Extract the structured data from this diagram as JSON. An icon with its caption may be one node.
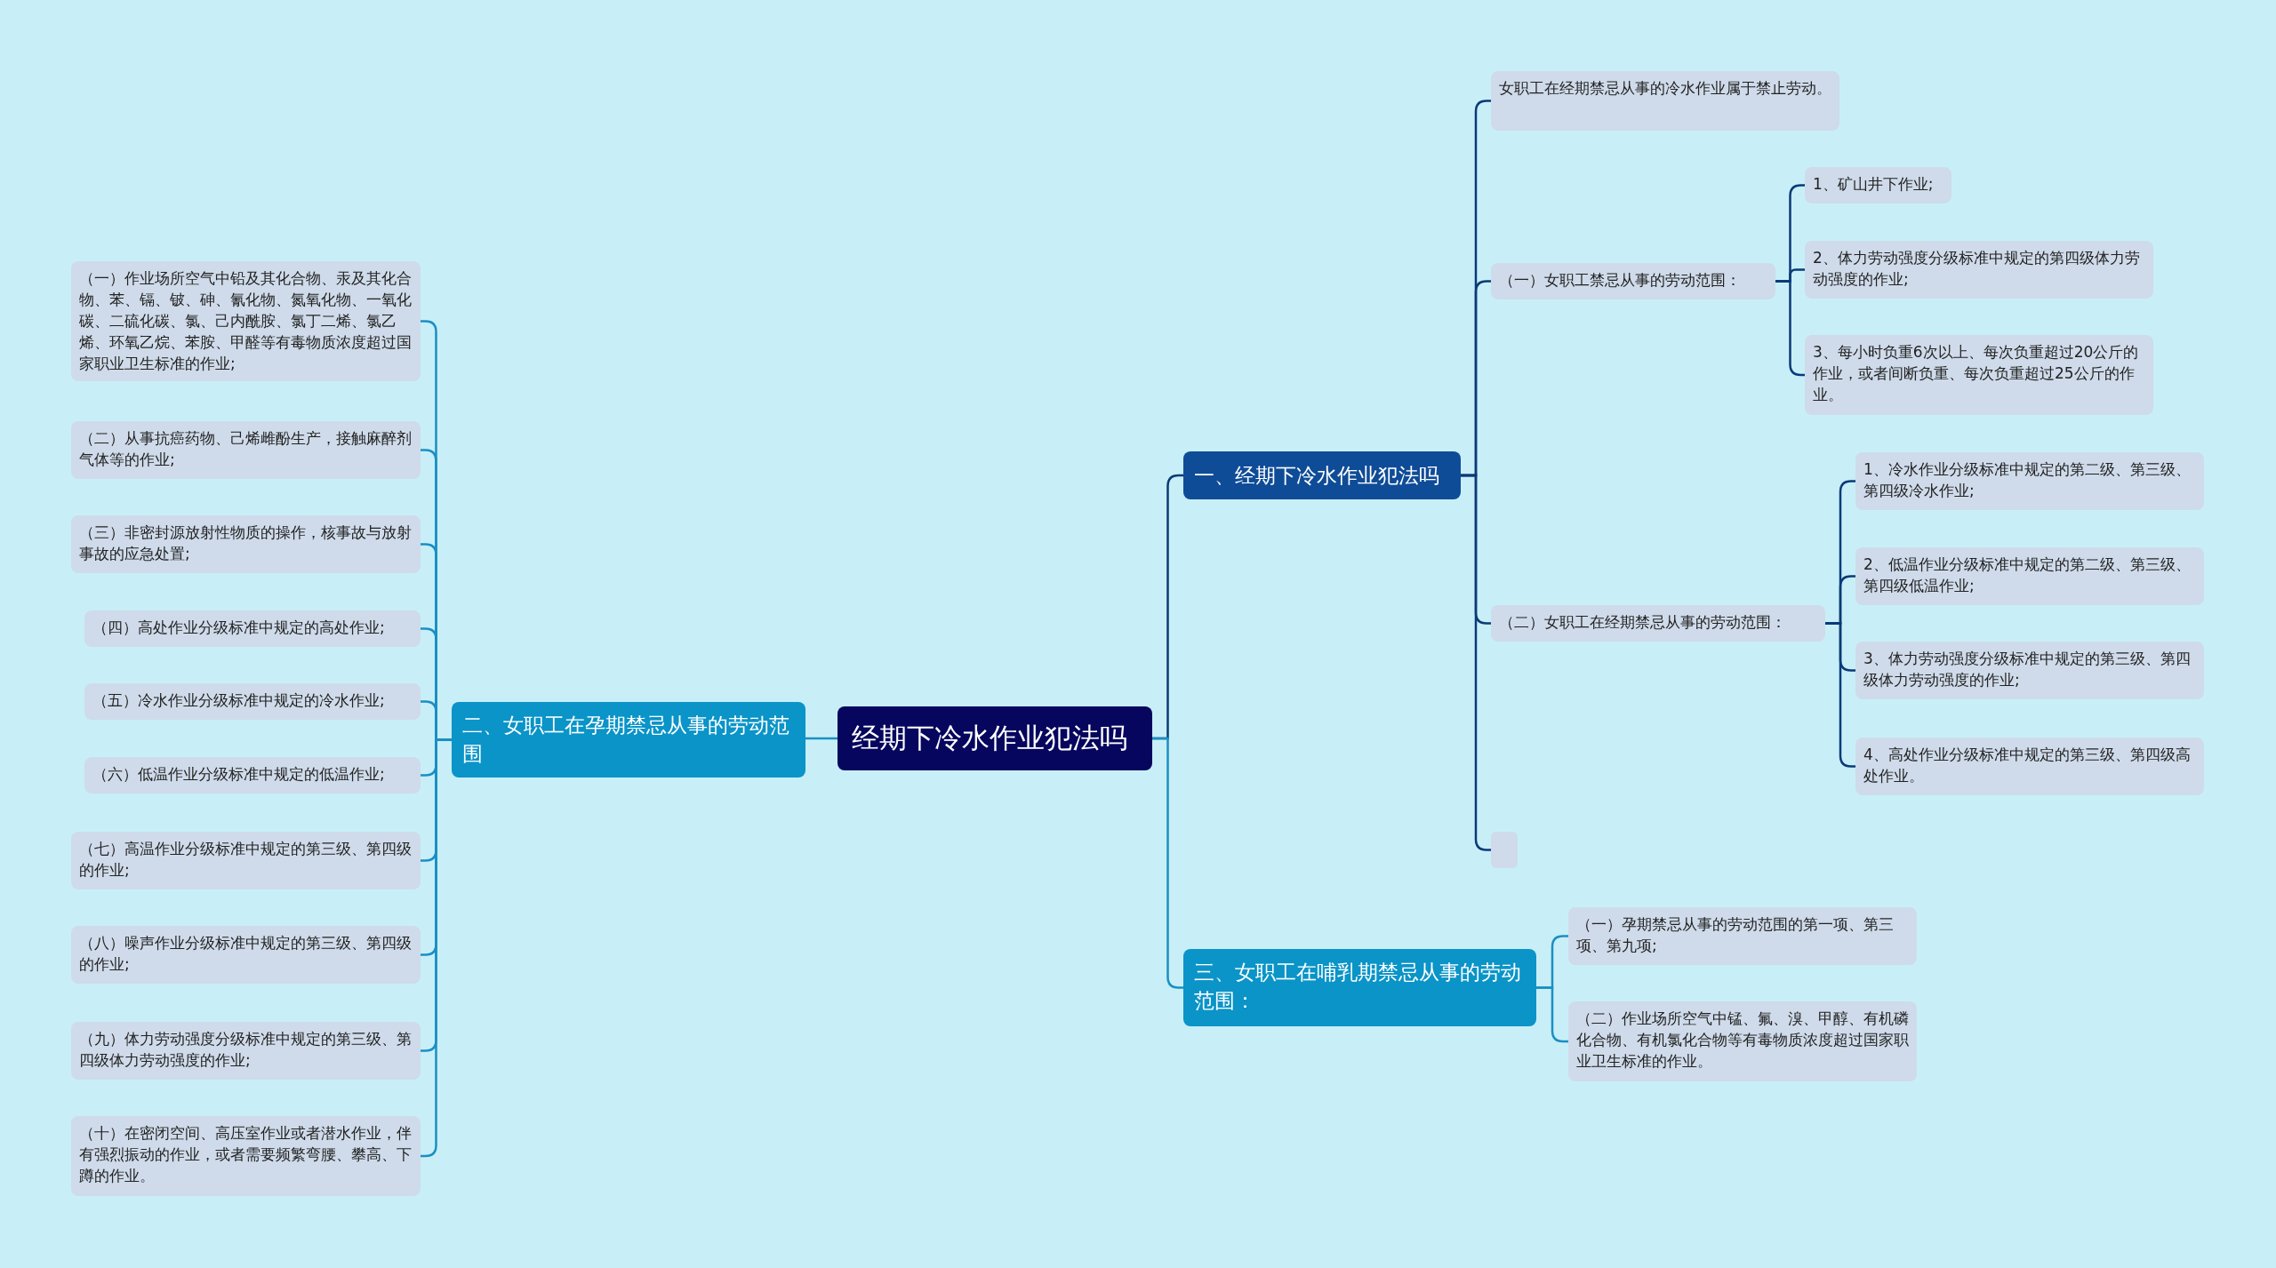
{
  "diagram": {
    "nodes": [
      {
        "text": [
          "经期下冷水作业犯法吗"
        ]
      },
      {
        "text": [
          "一、经期下冷水作业犯法吗"
        ]
      },
      {
        "text": [
          "女职工在经期禁忌从事的冷水作业属于禁止劳动。"
        ]
      },
      {
        "text": [
          "（一）女职工禁忌从事的劳动范围："
        ]
      },
      {
        "text": [
          "1、矿山井下作业;"
        ]
      },
      {
        "text": [
          "2、体力劳动强度分级标准中规定的第四级体力劳动强度的作业;"
        ]
      },
      {
        "text": [
          "3、每小时负重6次以上、每次负重超过20公斤的作业，或者间断负重、每次负重超过25公斤的作业。"
        ]
      },
      {
        "text": [
          "（二）女职工在经期禁忌从事的劳动范围："
        ]
      },
      {
        "text": [
          "1、冷水作业分级标准中规定的第二级、第三级、第四级冷水作业;"
        ]
      },
      {
        "text": [
          "2、低温作业分级标准中规定的第二级、第三级、第四级低温作业;"
        ]
      },
      {
        "text": [
          "3、体力劳动强度分级标准中规定的第三级、第四级体力劳动强度的作业;"
        ]
      },
      {
        "text": [
          "4、高处作业分级标准中规定的第三级、第四级高处作业。"
        ]
      },
      {
        "text": [],
        "shape": "box"
      },
      {
        "text": [
          "三、女职工在哺乳期禁忌从事的劳动范围："
        ]
      },
      {
        "text": [
          "（一）孕期禁忌从事的劳动范围的第一项、第三项、第九项;"
        ]
      },
      {
        "text": [
          "（二）作业场所空气中锰、氟、溴、甲醇、有机磷化合物、有机氯化合物等有毒物质浓度超过国家职业卫生标准的作业。"
        ]
      },
      {
        "text": [
          "二、女职工在孕期禁忌从事的劳动范围"
        ]
      },
      {
        "text": [
          "（一）作业场所空气中铅及其化合物、汞及其化合物、苯、镉、铍、砷、氰化物、氮氧化物、一氧化碳、二硫化碳、氯、己内酰胺、氯丁二烯、氯乙烯、环氧乙烷、苯胺、甲醛等有毒物质浓度超过国家职业卫生标准的作业;"
        ]
      },
      {
        "text": [
          "（二）从事抗癌药物、己烯雌酚生产，接触麻醉剂气体等的作业;"
        ]
      },
      {
        "text": [
          "（三）非密封源放射性物质的操作，核事故与放射事故的应急处置;"
        ]
      },
      {
        "text": [
          "（四）高处作业分级标准中规定的高处作业;"
        ]
      },
      {
        "text": [
          "（五）冷水作业分级标准中规定的冷水作业;"
        ]
      },
      {
        "text": [
          "（六）低温作业分级标准中规定的低温作业;"
        ]
      },
      {
        "text": [
          "（七）高温作业分级标准中规定的第三级、第四级的作业;"
        ]
      },
      {
        "text": [
          "（八）噪声作业分级标准中规定的第三级、第四级的作业;"
        ]
      },
      {
        "text": [
          "（九）体力劳动强度分级标准中规定的第三级、第四级体力劳动强度的作业;"
        ]
      },
      {
        "text": [
          "（十）在密闭空间、高压室作业或者潜水作业，伴有强烈振动的作业，或者需要频繁弯腰、攀高、下蹲的作业。"
        ]
      }
    ],
    "edges": [
      {
        "from": 0,
        "to": 1,
        "arrow": "none",
        "color": "#0b3a78"
      },
      {
        "from": 1,
        "to": 2,
        "arrow": "none",
        "color": "#0b3a78"
      },
      {
        "from": 1,
        "to": 3,
        "arrow": "none",
        "color": "#0b3a78"
      },
      {
        "from": 3,
        "to": 4,
        "arrow": "none",
        "color": "#0b3a78"
      },
      {
        "from": 3,
        "to": 5,
        "arrow": "none",
        "color": "#0b3a78"
      },
      {
        "from": 3,
        "to": 6,
        "arrow": "none",
        "color": "#0b3a78"
      },
      {
        "from": 1,
        "to": 7,
        "arrow": "none",
        "color": "#0b3a78"
      },
      {
        "from": 7,
        "to": 8,
        "arrow": "none",
        "color": "#0b3a78"
      },
      {
        "from": 7,
        "to": 9,
        "arrow": "none",
        "color": "#0b3a78"
      },
      {
        "from": 7,
        "to": 10,
        "arrow": "none",
        "color": "#0b3a78"
      },
      {
        "from": 7,
        "to": 11,
        "arrow": "none",
        "color": "#0b3a78"
      },
      {
        "from": 1,
        "to": 12,
        "arrow": "none",
        "color": "#0b3a78"
      },
      {
        "from": 0,
        "to": 13,
        "arrow": "none"
      },
      {
        "from": 13,
        "to": 14,
        "arrow": "none"
      },
      {
        "from": 13,
        "to": 15,
        "arrow": "none"
      },
      {
        "from": 0,
        "to": 16,
        "arrow": "none"
      },
      {
        "from": 16,
        "to": 17,
        "arrow": "none"
      },
      {
        "from": 16,
        "to": 18,
        "arrow": "none"
      },
      {
        "from": 16,
        "to": 19,
        "arrow": "none"
      },
      {
        "from": 16,
        "to": 20,
        "arrow": "none"
      },
      {
        "from": 16,
        "to": 21,
        "arrow": "none"
      },
      {
        "from": 16,
        "to": 22,
        "arrow": "none"
      },
      {
        "from": 16,
        "to": 23,
        "arrow": "none"
      },
      {
        "from": 16,
        "to": 24,
        "arrow": "none"
      },
      {
        "from": 16,
        "to": 25,
        "arrow": "none"
      },
      {
        "from": 16,
        "to": 26,
        "arrow": "none"
      }
    ]
  }
}
